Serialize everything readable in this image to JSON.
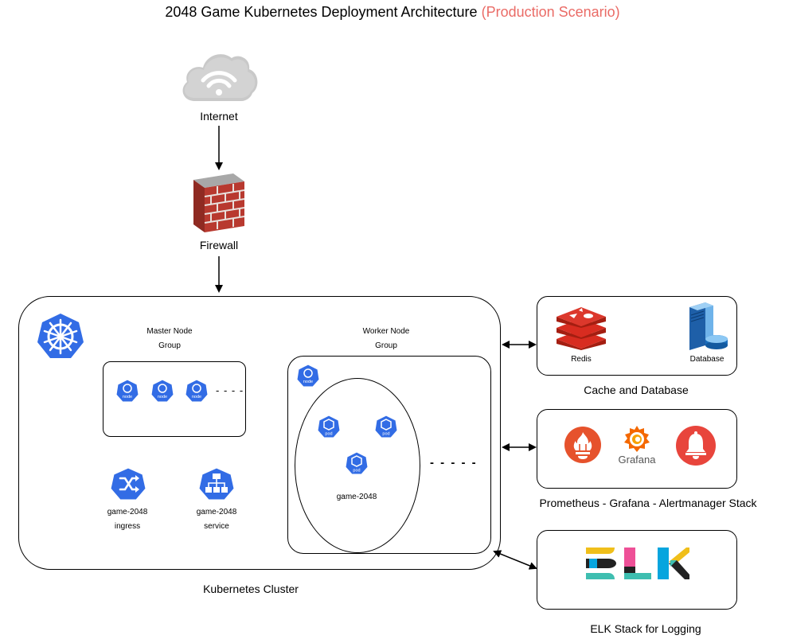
{
  "title": {
    "main": "2048 Game Kubernetes Deployment Architecture",
    "accent": "(Production Scenario)",
    "accent_color": "#ea6b66"
  },
  "internet": {
    "label": "Internet",
    "icon": "cloud-wifi-icon"
  },
  "firewall": {
    "label": "Firewall",
    "icon": "firewall-brick-icon"
  },
  "cluster": {
    "label": "Kubernetes Cluster",
    "logo_icon": "kubernetes-icon",
    "master": {
      "line1": "Master Node",
      "line2": "Group",
      "node_labels": [
        "node",
        "node",
        "node"
      ],
      "more": "- - - -"
    },
    "worker": {
      "line1": "Worker Node",
      "line2": "Group",
      "node_label": "node",
      "pod_labels": [
        "pod",
        "pod",
        "pod"
      ],
      "deployment_label": "game-2048",
      "more": "- - - - -"
    },
    "ingress": {
      "line1": "game-2048",
      "line2": "ingress",
      "icon": "ingress-icon"
    },
    "service": {
      "line1": "game-2048",
      "line2": "service",
      "icon": "service-icon"
    }
  },
  "cache_db": {
    "label": "Cache and Database",
    "redis_label": "Redis",
    "db_label": "Database"
  },
  "monitoring": {
    "label": "Prometheus - Grafana - Alertmanager Stack",
    "grafana_label": "Grafana",
    "icons": [
      "prometheus-icon",
      "grafana-icon",
      "alertmanager-icon"
    ]
  },
  "logging": {
    "label": "ELK Stack for Logging",
    "icon": "elk-logo-icon"
  },
  "colors": {
    "k8s_blue": "#326ce5",
    "redis_red": "#d82c20",
    "prometheus_orange": "#e6522c",
    "grafana_orange": "#f46800",
    "alert_red": "#e8453c"
  }
}
